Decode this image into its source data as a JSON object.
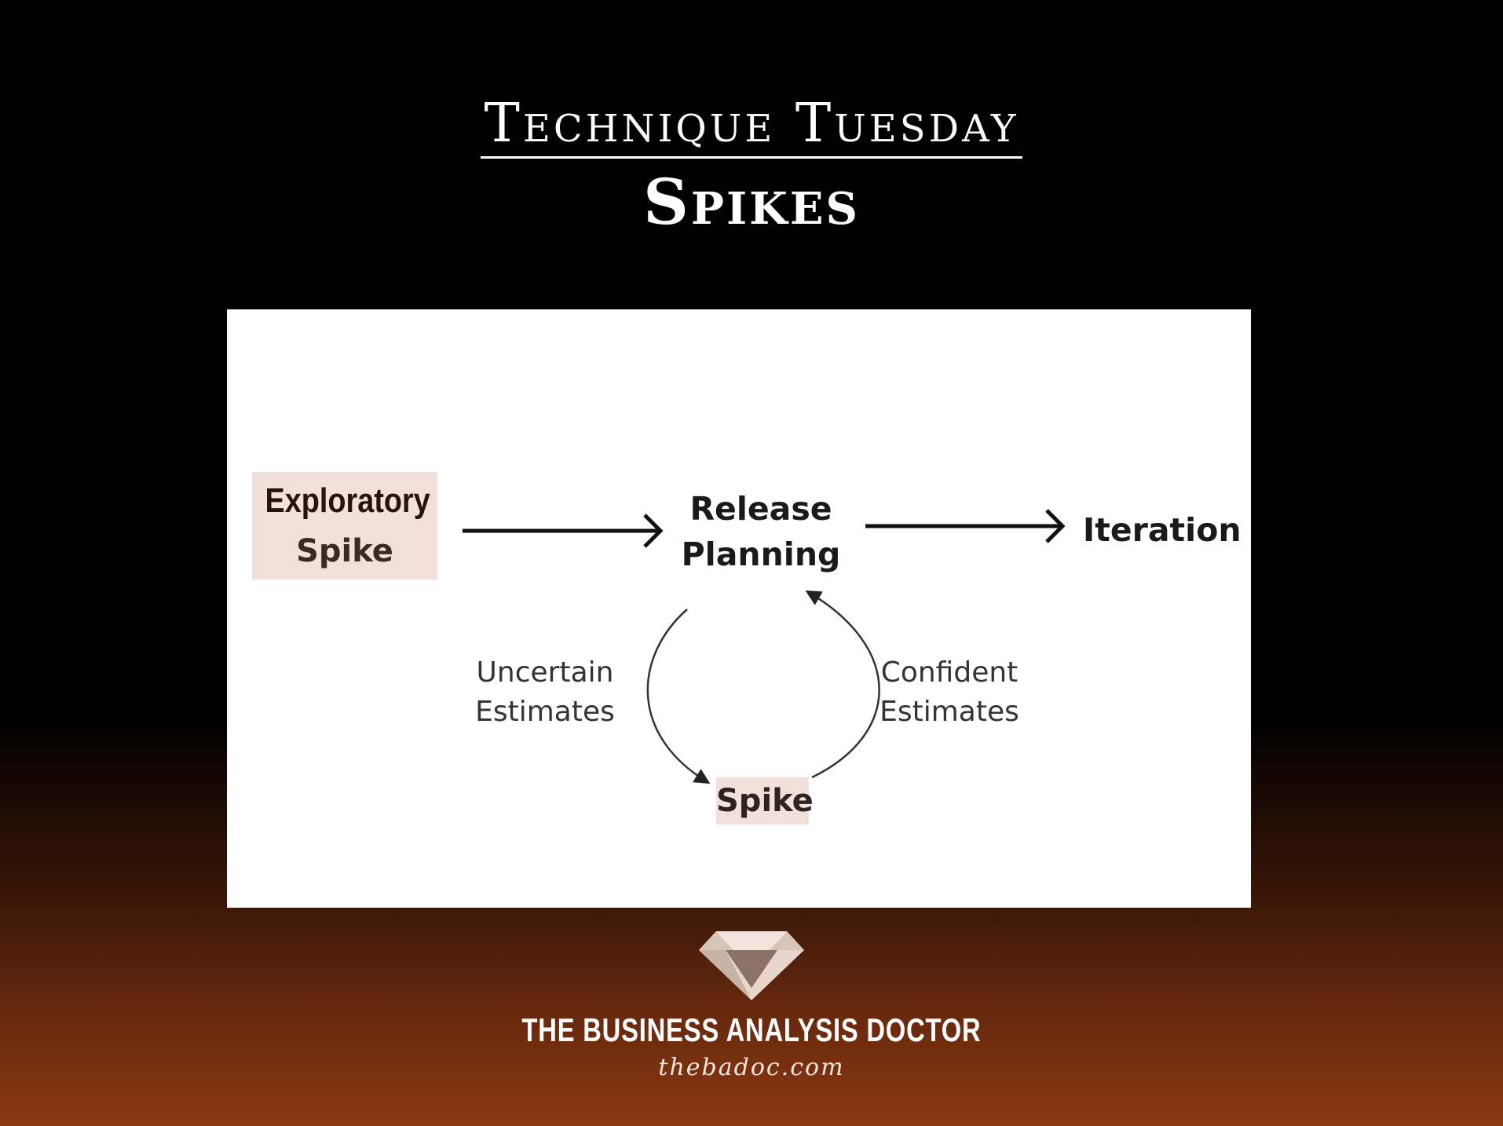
{
  "header": {
    "subtitle": "Technique Tuesday",
    "title": "Spikes"
  },
  "diagram": {
    "nodes": {
      "exploratory_line1": "Exploratory",
      "exploratory_line2": "Spike",
      "release_line1": "Release",
      "release_line2": "Planning",
      "iteration": "Iteration",
      "spike": "Spike"
    },
    "edge_labels": {
      "uncertain_line1": "Uncertain",
      "uncertain_line2": "Estimates",
      "confident_line1": "Confident",
      "confident_line2": "Estimates"
    },
    "colors": {
      "node_highlight": "#f3e0db",
      "arrow": "#111111",
      "cycle_arrow": "#333333"
    }
  },
  "footer": {
    "brand_name": "THE BUSINESS ANALYSIS DOCTOR",
    "brand_url": "thebadoc.com",
    "logo_icon": "diamond-logo-icon"
  },
  "theme": {
    "background_top": "#000000",
    "background_bottom": "#8a3810"
  }
}
